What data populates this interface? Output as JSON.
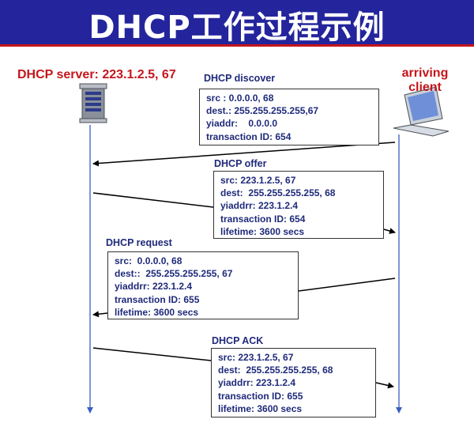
{
  "title": "DHCP工作过程示例",
  "server_label": "DHCP server: 223.1.2.5,  67",
  "client_label_line1": "arriving",
  "client_label_line2": "client",
  "colors": {
    "title_bar": "#24259c",
    "accent_red": "#c4161c",
    "text_blue": "#1f2a7a",
    "timeline": "#3b5fc0"
  },
  "messages": {
    "discover": {
      "title": "DHCP discover",
      "lines": [
        "src : 0.0.0.0, 68",
        "dest.: 255.255.255.255,67",
        "yiaddr:    0.0.0.0",
        "transaction ID: 654"
      ]
    },
    "offer": {
      "title": "DHCP offer",
      "lines": [
        "src: 223.1.2.5, 67",
        "dest:  255.255.255.255, 68",
        "yiaddrr: 223.1.2.4",
        "transaction ID: 654",
        "lifetime: 3600 secs"
      ]
    },
    "request": {
      "title": "DHCP request",
      "lines": [
        "src:  0.0.0.0, 68",
        "dest::  255.255.255.255, 67",
        "yiaddrr: 223.1.2.4",
        "transaction ID: 655",
        "lifetime: 3600 secs"
      ]
    },
    "ack": {
      "title": "DHCP ACK",
      "lines": [
        "src: 223.1.2.5, 67",
        "dest:  255.255.255.255, 68",
        "yiaddrr: 223.1.2.4",
        "transaction ID: 655",
        "lifetime: 3600 secs"
      ]
    }
  }
}
